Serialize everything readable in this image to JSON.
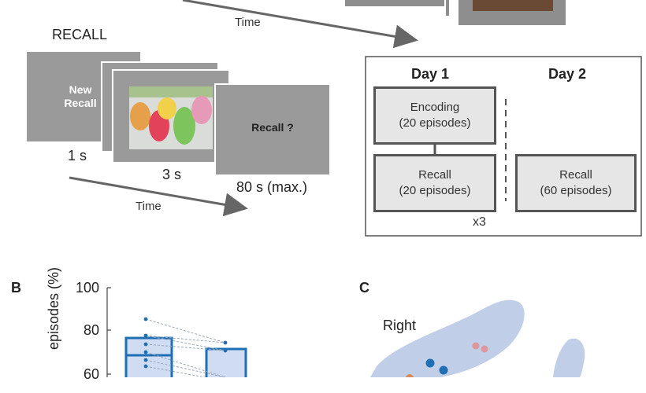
{
  "top": {
    "time_label": "Time"
  },
  "recall": {
    "title": "RECALL",
    "card1_text": "New Recall",
    "card3_text": "Recall ?",
    "dur1": "1 s",
    "dur2": "3 s",
    "dur3": "80 s (max.)",
    "time_label": "Time"
  },
  "design": {
    "day1": "Day 1",
    "day2": "Day 2",
    "encoding": "Encoding",
    "encoding_count": "(20 episodes)",
    "recall1": "Recall",
    "recall1_count": "(20 episodes)",
    "recall2": "Recall",
    "recall2_count": "(60 episodes)",
    "repeat": "x3"
  },
  "panel_b": {
    "letter": "B",
    "ylabel": "episodes (%)",
    "ticks": [
      "100",
      "80",
      "60"
    ]
  },
  "panel_c": {
    "letter": "C",
    "side_label": "Right"
  },
  "colors": {
    "blue": "#1f6fb5",
    "red": "#d9534f",
    "brain": "#b9c9e6"
  }
}
